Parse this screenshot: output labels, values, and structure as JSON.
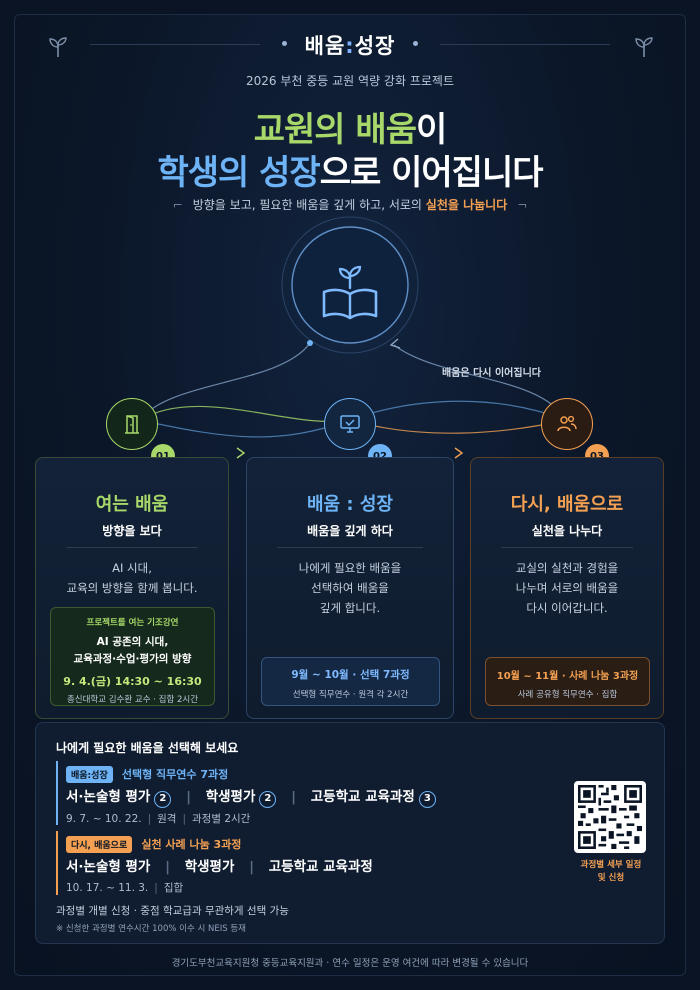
{
  "header": {
    "brand_left": "배움",
    "brand_colon": ":",
    "brand_right": "성장",
    "subtitle": "2026 부천 중등 교원 역량 강화 프로젝트",
    "headline1_a": "교원의 배움",
    "headline1_b": "이",
    "headline2_a": "학생의 성장",
    "headline2_b": "으로 이어집니다",
    "tagline_open": "⌐",
    "tagline_a": "방향을 보고, 필요한 배움을 깊게 하고, 서로의",
    "tagline_b": "실천을 나눕니다",
    "tagline_close": "¬"
  },
  "flow": {
    "loop_label": "배움은 다시 이어집니다",
    "steps": [
      {
        "number": "01",
        "icon": "door-icon",
        "color": "#a8d86a"
      },
      {
        "number": "02",
        "icon": "monitor-check-icon",
        "color": "#6db3f5"
      },
      {
        "number": "03",
        "icon": "people-icon",
        "color": "#f3a052"
      }
    ]
  },
  "cards": [
    {
      "title": "여는 배움",
      "subtitle": "방향을 보다",
      "body1": "AI 시대,",
      "body2": "교육의 방향을 함께 봅니다.",
      "box_label": "프로젝트를 여는 기조강연",
      "box_title1": "AI 공존의 시대,",
      "box_title2": "교육과정·수업·평가의 방향",
      "box_date": "9. 4.(금) 14:30 ~ 16:30",
      "box_note": "총신대학교 김수환 교수 · 집합 2시간"
    },
    {
      "title": "배움 : 성장",
      "subtitle": "배움을 깊게 하다",
      "body1": "나에게 필요한 배움을",
      "body2": "선택하여 배움을",
      "body3": "깊게 합니다.",
      "box_title": "9월 ~ 10월 · 선택 7과정",
      "box_note": "선택형 직무연수 · 원격 각 2시간"
    },
    {
      "title": "다시, 배움으로",
      "subtitle": "실천을 나누다",
      "body1": "교실의 실천과 경험을",
      "body2": "나누며 서로의 배움을",
      "body3": "다시 이어갑니다.",
      "box_title": "10월 ~ 11월 · 사례 나눔 3과정",
      "box_note": "사례 공유형 직무연수 · 집합"
    }
  ],
  "panel": {
    "heading": "나에게 필요한 배움을 선택해 보세요",
    "group1": {
      "tag": "배움:성장",
      "title": "선택형 직무연수 7과정",
      "c1": "서·논술형 평가",
      "n1": "2",
      "c2": "학생평가",
      "n2": "2",
      "c3": "고등학교 교육과정",
      "n3": "3",
      "meta1": "9. 7. ~ 10. 22.",
      "meta2": "원격",
      "meta3": "과정별 2시간"
    },
    "group2": {
      "tag": "다시, 배움으로",
      "title": "실천 사례 나눔 3과정",
      "c1": "서·논술형 평가",
      "c2": "학생평가",
      "c3": "고등학교 교육과정",
      "meta1": "10. 17. ~ 11. 3.",
      "meta2": "집합"
    },
    "note1": "과정별 개별 신청  ·  중점 학교급과 무관하게 선택 가능",
    "note2": "※ 신청한 과정별 연수시간 100% 이수 시 NEIS 등재",
    "qr_caption1": "과정별 세부 일정",
    "qr_caption2": "및 신청"
  },
  "footer": "경기도부천교육지원청 중등교육지원과 · 연수 일정은 운영 여건에 따라 변경될 수 있습니다"
}
